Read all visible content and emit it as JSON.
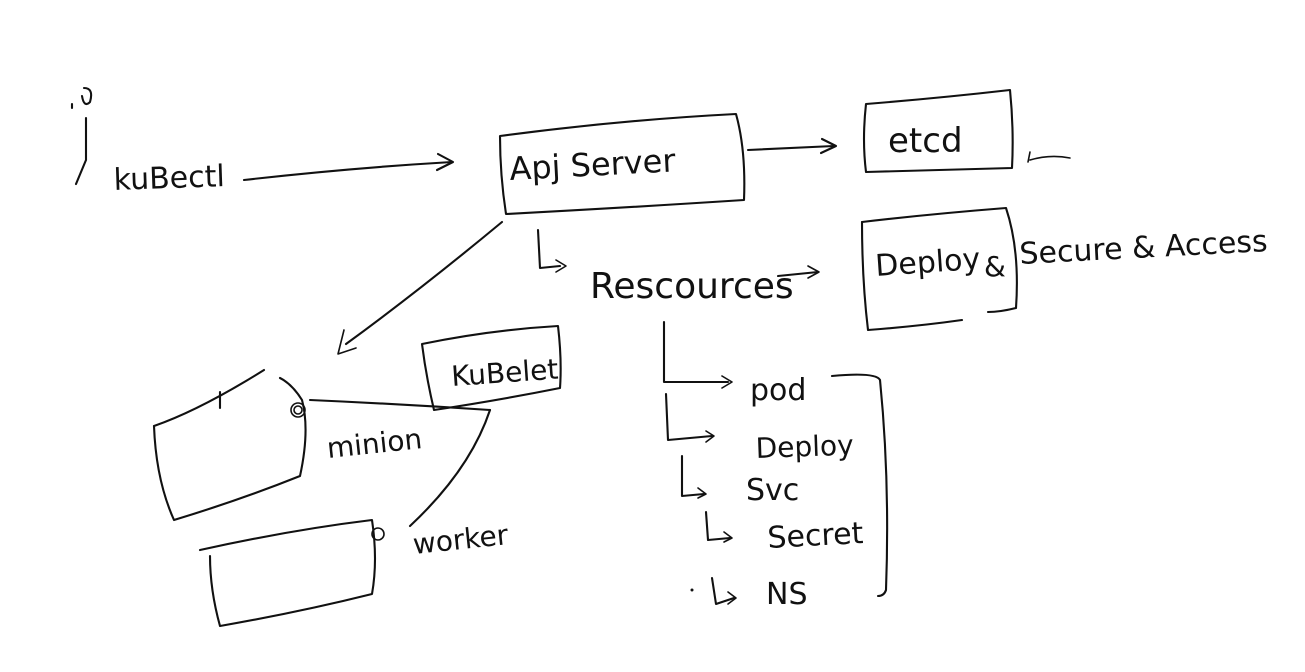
{
  "diagram": {
    "ink_color": "#111111",
    "background": "#ffffff",
    "labels": {
      "kubectl": "kuBectl",
      "api_server": "Apj Server",
      "etcd": "etcd",
      "resources": "Rescources",
      "deploy_box": "Deploy",
      "deploy_suffix": "&",
      "secure_access": "Secure & Access",
      "kubelet": "KuBelet",
      "minion": "minion",
      "worker": "worker"
    },
    "resource_items": [
      "pod",
      "Deploy",
      "Svc",
      "Secret",
      "NS"
    ]
  }
}
